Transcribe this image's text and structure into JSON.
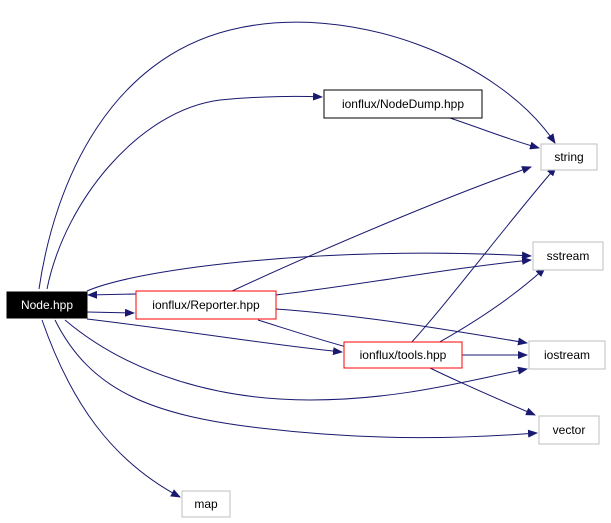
{
  "graph": {
    "nodes": [
      {
        "id": "node_hpp",
        "label": "Node.hpp",
        "style": "root"
      },
      {
        "id": "nodedump",
        "label": "ionflux/NodeDump.hpp",
        "style": "documented"
      },
      {
        "id": "string",
        "label": "string",
        "style": "external"
      },
      {
        "id": "sstream",
        "label": "sstream",
        "style": "external"
      },
      {
        "id": "reporter",
        "label": "ionflux/Reporter.hpp",
        "style": "undocumented"
      },
      {
        "id": "iostream",
        "label": "iostream",
        "style": "external"
      },
      {
        "id": "tools",
        "label": "ionflux/tools.hpp",
        "style": "undocumented"
      },
      {
        "id": "vector",
        "label": "vector",
        "style": "external"
      },
      {
        "id": "map",
        "label": "map",
        "style": "external"
      }
    ],
    "edges": [
      {
        "from": "node_hpp",
        "to": "string"
      },
      {
        "from": "node_hpp",
        "to": "nodedump"
      },
      {
        "from": "nodedump",
        "to": "string"
      },
      {
        "from": "node_hpp",
        "to": "sstream"
      },
      {
        "from": "reporter",
        "to": "node_hpp"
      },
      {
        "from": "node_hpp",
        "to": "reporter"
      },
      {
        "from": "reporter",
        "to": "string"
      },
      {
        "from": "reporter",
        "to": "sstream"
      },
      {
        "from": "reporter",
        "to": "iostream"
      },
      {
        "from": "reporter",
        "to": "tools"
      },
      {
        "from": "node_hpp",
        "to": "tools"
      },
      {
        "from": "tools",
        "to": "string"
      },
      {
        "from": "tools",
        "to": "sstream"
      },
      {
        "from": "tools",
        "to": "iostream"
      },
      {
        "from": "tools",
        "to": "vector"
      },
      {
        "from": "node_hpp",
        "to": "iostream"
      },
      {
        "from": "node_hpp",
        "to": "vector"
      },
      {
        "from": "node_hpp",
        "to": "map"
      }
    ]
  },
  "colors": {
    "edge": "#191970",
    "root_fill": "#000000",
    "root_text": "#ffffff",
    "documented_border": "#000000",
    "undocumented_border": "#ff0000",
    "external_border": "#bfbfbf",
    "node_text": "#000000"
  }
}
